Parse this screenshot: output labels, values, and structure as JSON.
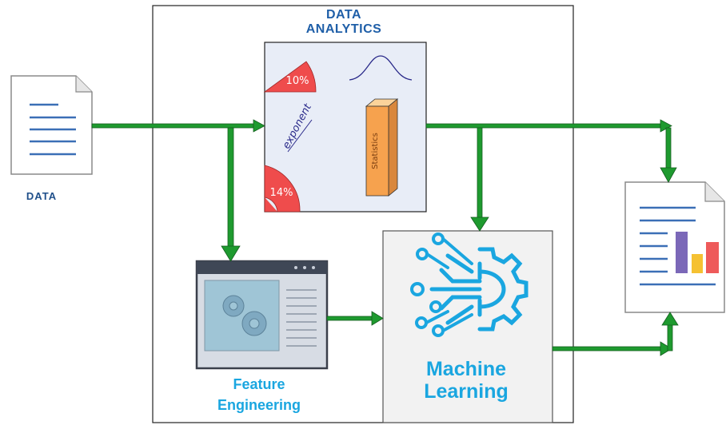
{
  "diagram": {
    "analytics_title": "DATA ANALYTICS",
    "analytics_title_line1": "DATA",
    "analytics_title_line2": "ANALYTICS",
    "data_label": "DATA",
    "gauge_top": "10%",
    "gauge_bottom": "14%",
    "rotated_label": "exponent",
    "bar_label": "Statistics",
    "feature_engineering_line1": "Feature",
    "feature_engineering_line2": "Engineering",
    "machine_learning_line1": "Machine",
    "machine_learning_line2": "Learning"
  },
  "colors": {
    "arrow": "#1e9a2f",
    "arrow_outline": "#155e1f",
    "doc_lines": "#3b6fb6",
    "gauge": "#ef4c4c",
    "bar": "#f6a24e",
    "ml_icon": "#1aa6e0",
    "analytics_panel": "#e8edf7",
    "report_bars": [
      "#7b68b8",
      "#f5c132",
      "#ee5a5a"
    ]
  }
}
